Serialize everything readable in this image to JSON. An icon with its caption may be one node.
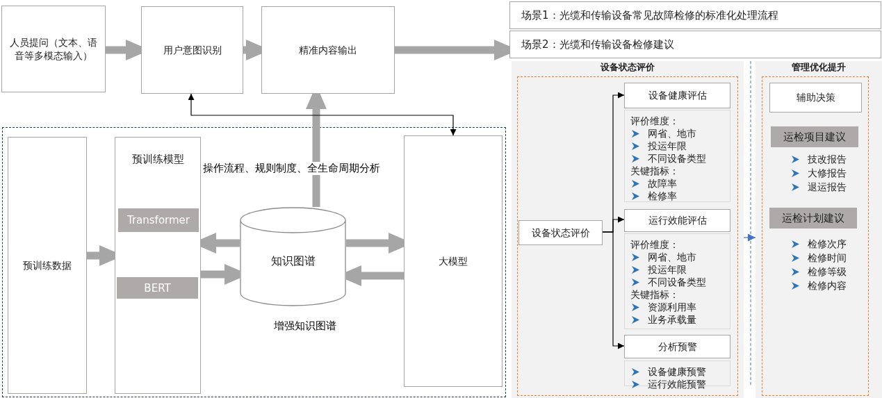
{
  "diagram": {
    "nodes": [
      {
        "text": [
          "人员提问（文本、语音等多模态输入）"
        ]
      },
      {
        "text": [
          "用户意图识别"
        ]
      },
      {
        "text": [
          "精准内容输出"
        ]
      },
      {
        "text": [],
        "shape": "box"
      },
      {
        "text": [
          "预训练数据"
        ],
        "in": 3
      },
      {
        "text": [
          "预训练模型"
        ],
        "in": 3
      },
      {
        "text": [
          "Transformer"
        ],
        "in": 5
      },
      {
        "text": [
          "BERT"
        ],
        "in": 5
      },
      {
        "text": [
          "知识图谱"
        ],
        "beside": [
          "增强知识图谱"
        ],
        "in": 3
      },
      {
        "text": [
          "大模型"
        ],
        "in": 3
      },
      {
        "text": [
          "场景1：光缆和传输设备常见故障检修的标准化处理流程"
        ]
      },
      {
        "text": [
          "场景2：光缆和传输设备检修建议"
        ]
      },
      {
        "text": [
          "设备状态评价"
        ]
      },
      {
        "text": [
          "设备状态评价"
        ],
        "in": 12
      },
      {
        "text": [
          "设备健康评估"
        ],
        "in": 12
      },
      {
        "text": [
          "评价维度：",
          "网省、地市",
          "投运年限",
          "不同设备类型",
          "关键指标：",
          "故障率",
          "检修率"
        ],
        "in": 12
      },
      {
        "text": [
          "运行效能评估"
        ],
        "in": 12
      },
      {
        "text": [
          "评价维度：",
          "网省、地市",
          "投运年限",
          "不同设备类型",
          "关键指标：",
          "资源利用率",
          "业务承载量"
        ],
        "in": 12
      },
      {
        "text": [
          "分析预警"
        ],
        "in": 12
      },
      {
        "text": [
          "设备健康预警",
          "运行效能预警"
        ],
        "in": 12
      },
      {
        "text": [
          "管理优化提升"
        ]
      },
      {
        "text": [
          "辅助决策"
        ],
        "in": 20
      },
      {
        "text": [
          "运检项目建议"
        ],
        "beside": [
          "技改报告",
          "大修报告",
          "退运报告"
        ],
        "in": 20
      },
      {
        "text": [
          "运检计划建议"
        ],
        "beside": [
          "检修次序",
          "检修时间",
          "检修等级",
          "检修内容"
        ],
        "in": 20
      }
    ],
    "edges": [
      {
        "from": 0,
        "to": 1,
        "arrow": "to",
        "color": "#a6a6a6"
      },
      {
        "from": 1,
        "to": 2,
        "arrow": "to",
        "color": "#a6a6a6"
      },
      {
        "from": 2,
        "to": 10,
        "arrow": "to",
        "color": "#a6a6a6"
      },
      {
        "from": 8,
        "to": 2,
        "arrow": "to",
        "label": "操作流程、规则制度、全生命周期分析",
        "color": "#a6a6a6"
      },
      {
        "from": 1,
        "to": 9,
        "arrow": "both",
        "color": "#000000"
      },
      {
        "from": 4,
        "to": 5,
        "arrow": "to",
        "color": "#a6a6a6"
      },
      {
        "from": 8,
        "to": 5,
        "arrow": "to",
        "color": "#a6a6a6"
      },
      {
        "from": 5,
        "to": 8,
        "arrow": "to",
        "color": "#a6a6a6"
      },
      {
        "from": 8,
        "to": 9,
        "arrow": "to",
        "color": "#a6a6a6"
      },
      {
        "from": 9,
        "to": 8,
        "arrow": "to",
        "color": "#a6a6a6"
      },
      {
        "from": 13,
        "to": 14,
        "arrow": "to",
        "color": "#000000"
      },
      {
        "from": 13,
        "to": 16,
        "arrow": "to",
        "color": "#000000"
      },
      {
        "from": 13,
        "to": 18,
        "arrow": "to",
        "color": "#000000"
      },
      {
        "from": 12,
        "to": 20,
        "arrow": "to",
        "color": "#4472c4"
      }
    ]
  }
}
